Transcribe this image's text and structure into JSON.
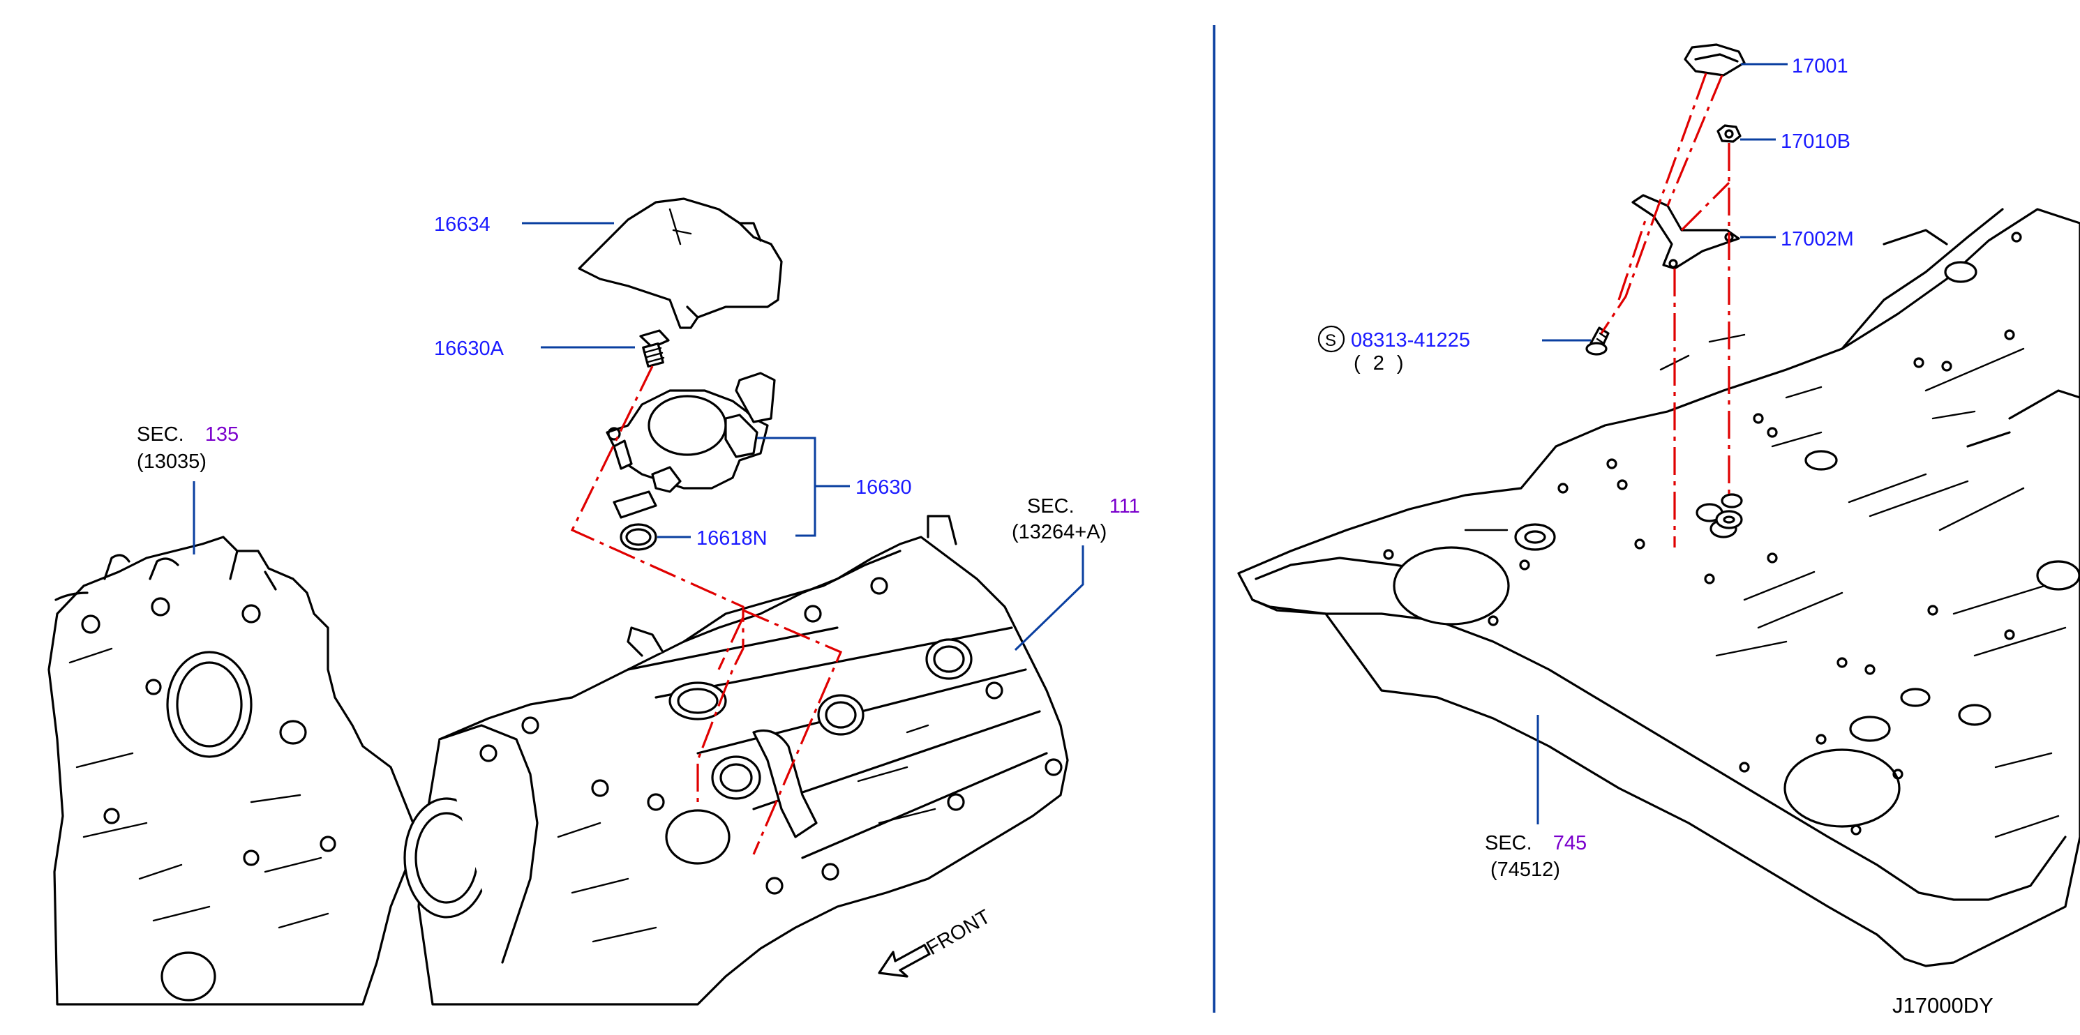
{
  "callouts": {
    "p16634": "16634",
    "p16630A": "16630A",
    "p16630": "16630",
    "p16618N": "16618N",
    "p17001": "17001",
    "p17010B": "17010B",
    "p17002M": "17002M",
    "p08313": "08313-41225",
    "p08313_qty": "( 2 )",
    "s_symbol": "S"
  },
  "sections": {
    "sec135": {
      "prefix": "SEC.",
      "number": "135",
      "sub": "(13035)"
    },
    "sec111": {
      "prefix": "SEC.",
      "number": "111",
      "sub": "(13264+A)"
    },
    "sec745": {
      "prefix": "SEC.",
      "number": "745",
      "sub": "(74512)"
    }
  },
  "front_label": "FRONT",
  "diagram_code": "J17000DY",
  "colors": {
    "part_number": "#1a1aff",
    "section_number": "#7a00cc",
    "leader_line": "#0a3fa0",
    "assembly_line": "#e00000",
    "ink": "#000000"
  }
}
